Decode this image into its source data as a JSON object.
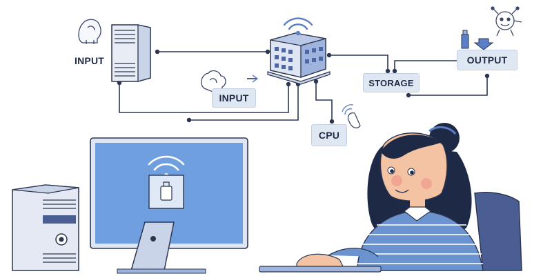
{
  "labels": {
    "input_top": "INPUT",
    "input_middle": "INPUT",
    "storage": "STORAGE",
    "output": "OUTPUT",
    "cpu": "CPU"
  },
  "colors": {
    "line": "#2b3550",
    "accent": "#5b7fc6",
    "screen": "#6f9fde",
    "tower": "#e7ecf5",
    "label_box": "#dfe7f3",
    "sweater": "#6b93cf",
    "hair": "#1e2a45",
    "skin": "#f3c3a3",
    "chair": "#4b5e94"
  },
  "icons": [
    "head-icon",
    "server-tower-icon",
    "network-hub-icon",
    "wifi-icon",
    "mouse-icon",
    "robot-icon",
    "lightbulb-icon",
    "desktop-tower-icon",
    "monitor-icon",
    "person-icon",
    "chair-icon",
    "keyboard-icon"
  ]
}
